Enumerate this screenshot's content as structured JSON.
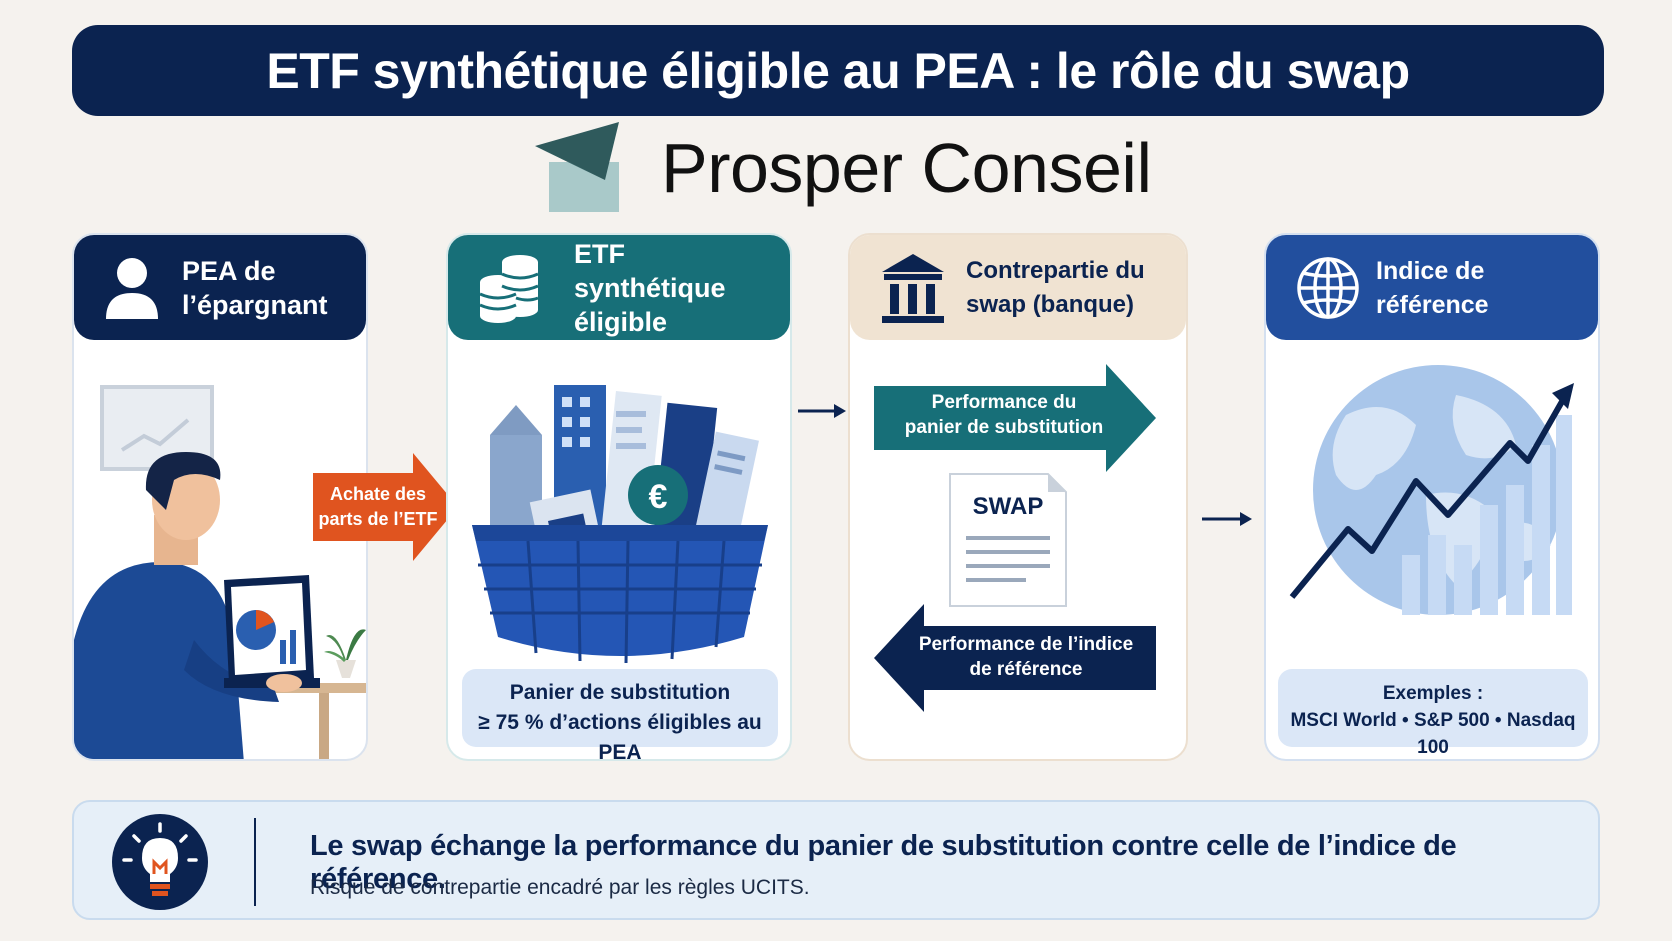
{
  "title": "ETF synthétique éligible au PEA : le rôle du swap",
  "brand": {
    "name": "Prosper Conseil",
    "logo_icon": "envelope-logo-icon"
  },
  "columns": [
    {
      "id": "pea",
      "label": "PEA de l’épargnant",
      "icon": "user-icon",
      "color": "#0b2350"
    },
    {
      "id": "etf",
      "label": "ETF synthétique éligible",
      "icon": "coins-icon",
      "color": "#176f78",
      "caption_line1": "Panier de substitution",
      "caption_line2": "≥ 75 % d’actions éligibles au PEA"
    },
    {
      "id": "bank",
      "label": "Contrepartie du swap (banque)",
      "icon": "bank-icon",
      "color": "#f0e3d2"
    },
    {
      "id": "index",
      "label": "Indice de référence",
      "icon": "globe-icon",
      "color": "#224f9e",
      "caption_line1": "Exemples :",
      "caption_line2": "MSCI World • S&P 500 • Nasdaq 100"
    }
  ],
  "arrows": {
    "buy": "Achate des parts de l’ETF",
    "basket_perf": "Performance du panier de substitution",
    "index_perf": "Performance de l’indice de référence",
    "swap_doc": "SWAP"
  },
  "tip": {
    "main": "Le swap échange la performance du panier de substitution contre celle de l’indice de référence.",
    "sub": "Risque de contrepartie encadré par les règles UCITS.",
    "icon": "lightbulb-icon"
  },
  "colors": {
    "navy": "#0b2350",
    "teal": "#176f78",
    "orange": "#e0541f",
    "blue": "#224f9e",
    "sand": "#f0e3d2"
  }
}
